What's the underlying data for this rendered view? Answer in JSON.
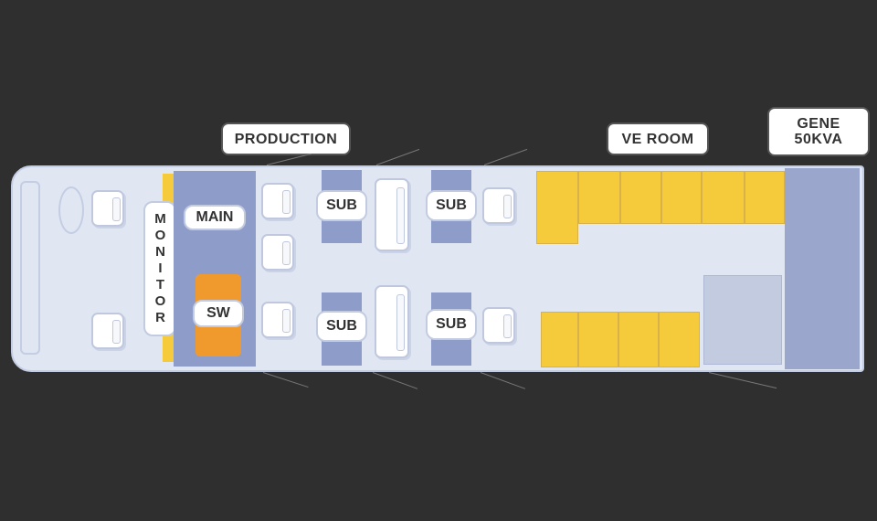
{
  "title_labels": {
    "production": "PRODUCTION",
    "ve_room": "VE ROOM",
    "generator_line1": "GENE",
    "generator_line2": "50KVA"
  },
  "areas": {
    "monitor": "MONITOR",
    "main": "MAIN",
    "sw": "SW",
    "sub_top_1": "SUB",
    "sub_top_2": "SUB",
    "sub_bottom_1": "SUB",
    "sub_bottom_2": "SUB"
  },
  "colors": {
    "background": "#2f2f2f",
    "floor": "#e0e6f2",
    "desk_blue": "#8d9cc9",
    "equipment_yellow": "#f5cb3c",
    "switcher_orange": "#f09a2e",
    "generator_blue": "#9aa6cc"
  }
}
